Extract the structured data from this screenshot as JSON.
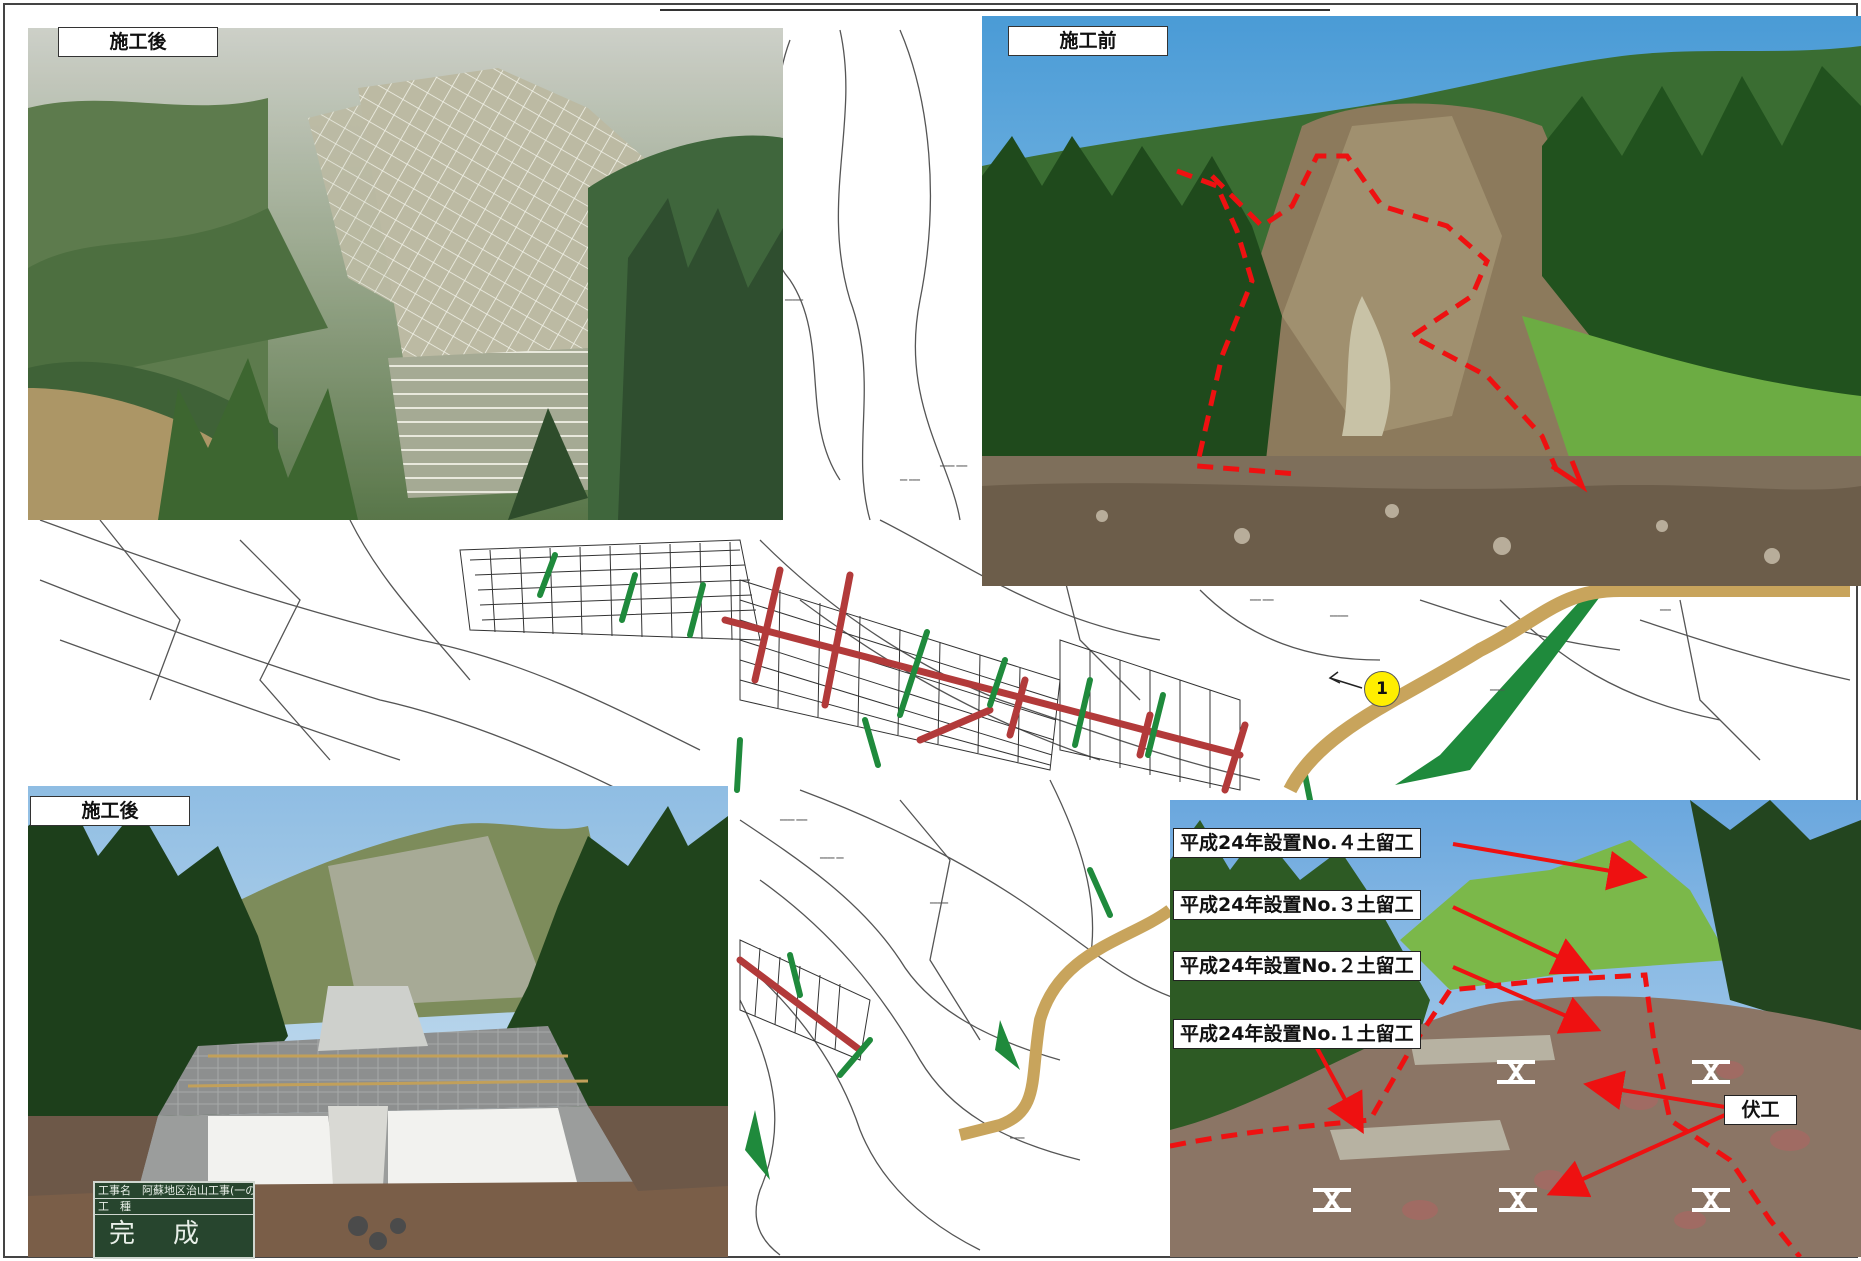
{
  "labels": {
    "after_top": "施工後",
    "before_top": "施工前",
    "after_bottom": "施工後",
    "marker_number": "1"
  },
  "callouts": [
    "平成24年設置No.４土留工",
    "平成24年設置No.３土留工",
    "平成24年設置No.２土留工",
    "平成24年設置No.１土留工"
  ],
  "fuko_label": "伏工",
  "plate": {
    "row1": "工事名　阿蘇地区治山工事(一の川)",
    "row2": "工　種",
    "big": "完　成"
  },
  "colors": {
    "callout_arrow": "#ee1111",
    "boundary_dash": "#ee1111",
    "map_red": "#b23a3a",
    "map_green": "#1f8a3c",
    "road": "#c8a45c"
  }
}
